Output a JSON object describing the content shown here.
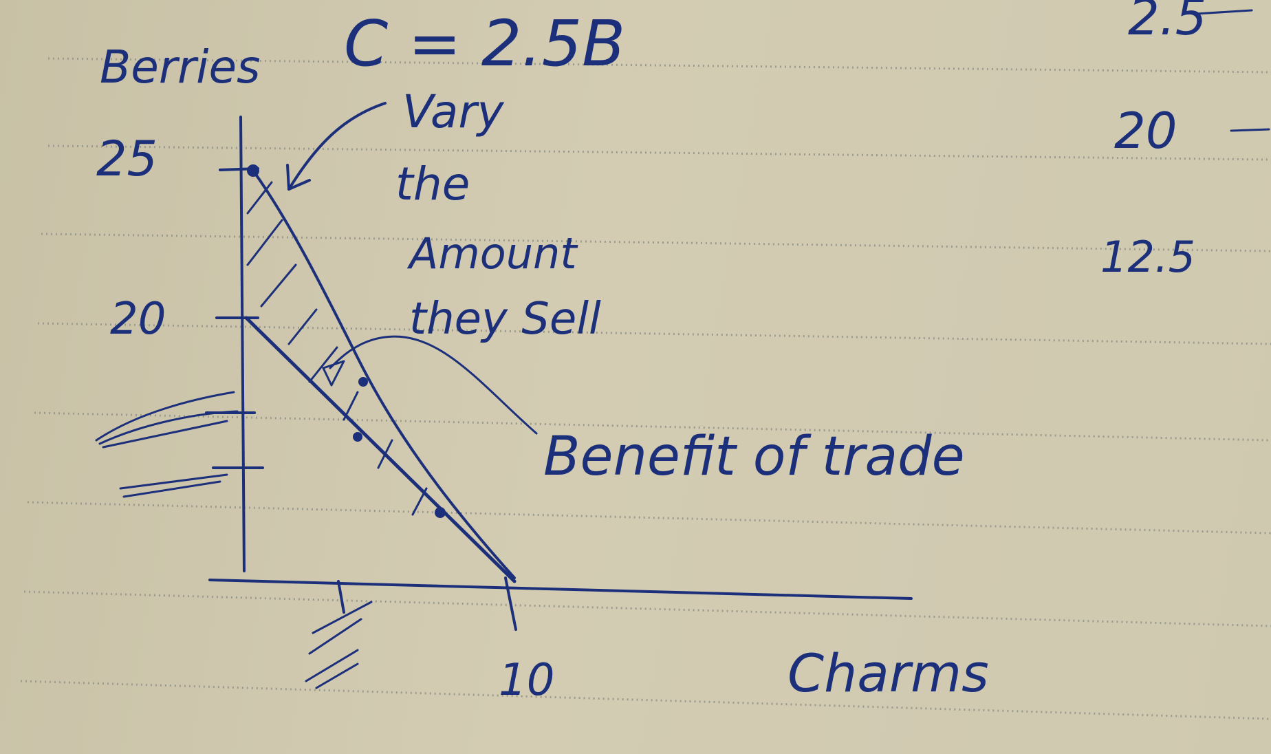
{
  "notes": {
    "title": "Berries",
    "equation": "C = 2.5B",
    "annotation_lines": [
      "Vary",
      "the",
      "Amount",
      "they Sell"
    ],
    "benefit_label": "Benefit of trade",
    "x_axis_label": "Charms",
    "y_tick_25": "25",
    "y_tick_20": "20",
    "x_tick_10": "10",
    "side_values": [
      "2.5",
      "20",
      "12.5"
    ]
  }
}
